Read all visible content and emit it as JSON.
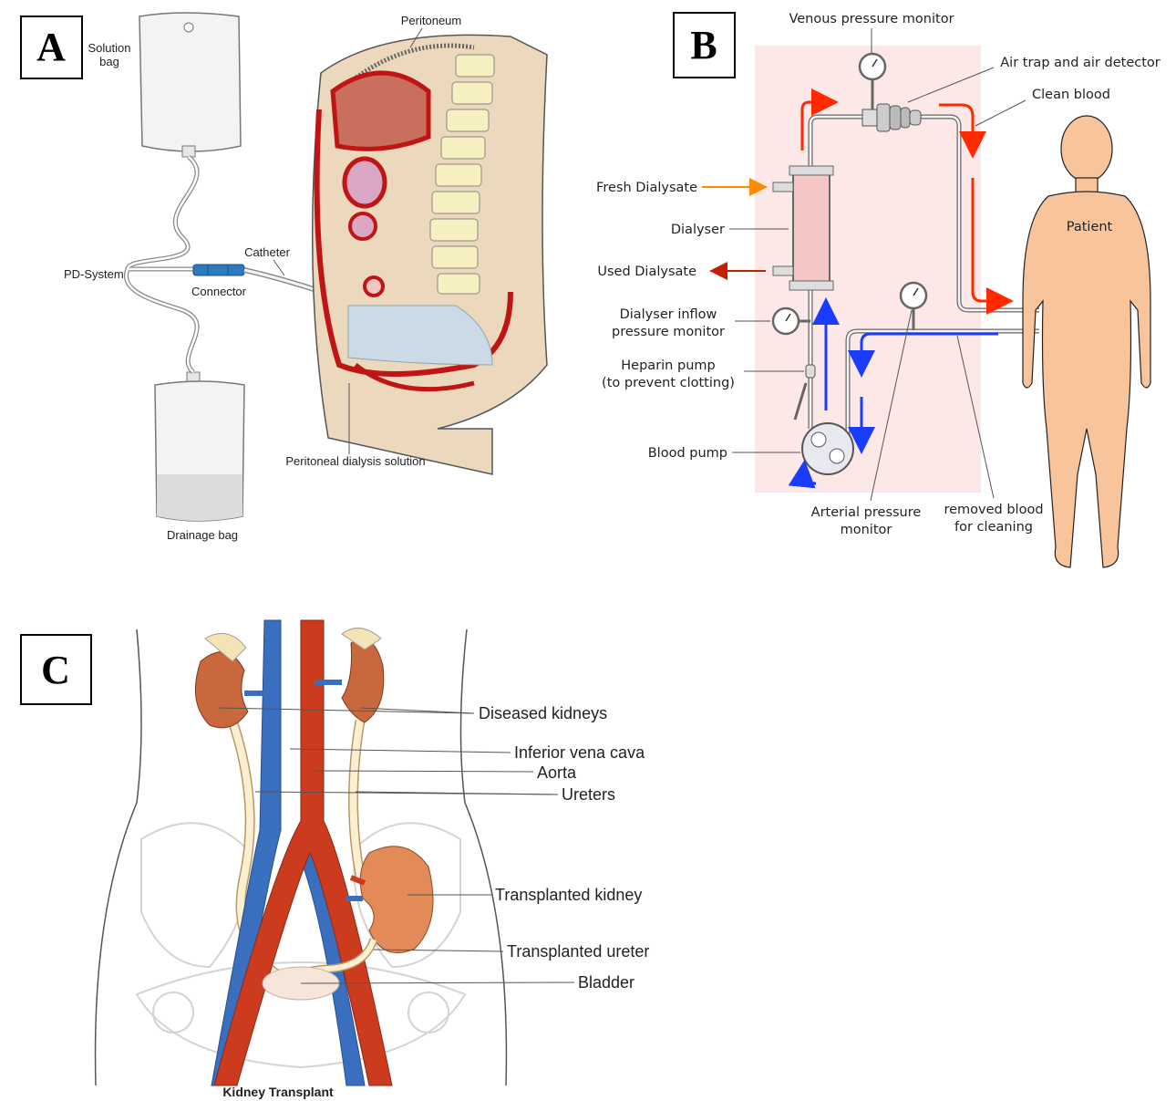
{
  "panels": {
    "a": {
      "letter": "A",
      "labels": {
        "solution_bag_line1": "Solution",
        "solution_bag_line2": "bag",
        "peritoneum": "Peritoneum",
        "catheter": "Catheter",
        "pd_system": "PD-System",
        "connector": "Connector",
        "peritoneal_solution": "Peritoneal dialysis solution",
        "drainage_bag": "Drainage bag"
      }
    },
    "b": {
      "letter": "B",
      "labels": {
        "venous_monitor": "Venous pressure monitor",
        "air_trap": "Air trap and air detector",
        "clean_blood": "Clean blood",
        "fresh_dialysate": "Fresh Dialysate",
        "dialyser": "Dialyser",
        "patient": "Patient",
        "used_dialysate": "Used Dialysate",
        "inflow_monitor_line1": "Dialyser inflow",
        "inflow_monitor_line2": "pressure monitor",
        "heparin_line1": "Heparin pump",
        "heparin_line2": "(to prevent clotting)",
        "blood_pump": "Blood pump",
        "arterial_line1": "Arterial pressure",
        "arterial_line2": "monitor",
        "removed_line1": "removed blood",
        "removed_line2": "for cleaning"
      }
    },
    "c": {
      "letter": "C",
      "labels": {
        "diseased_kidneys": "Diseased kidneys",
        "inferior_vena_cava": "Inferior vena cava",
        "aorta": "Aorta",
        "ureters": "Ureters",
        "transplanted_kidney": "Transplanted kidney",
        "transplanted_ureter": "Transplanted ureter",
        "bladder": "Bladder",
        "caption": "Kidney Transplant"
      }
    }
  },
  "colors": {
    "artery_red": "#cc3b1e",
    "vein_blue": "#3a6fc0",
    "kidney": "#c9683d",
    "skin": "#f7c49b",
    "clean_flow": "#ff2a00",
    "removed_flow": "#1a3cff",
    "dialysate_in": "#ff8a00",
    "dialysate_out": "#c42000"
  }
}
